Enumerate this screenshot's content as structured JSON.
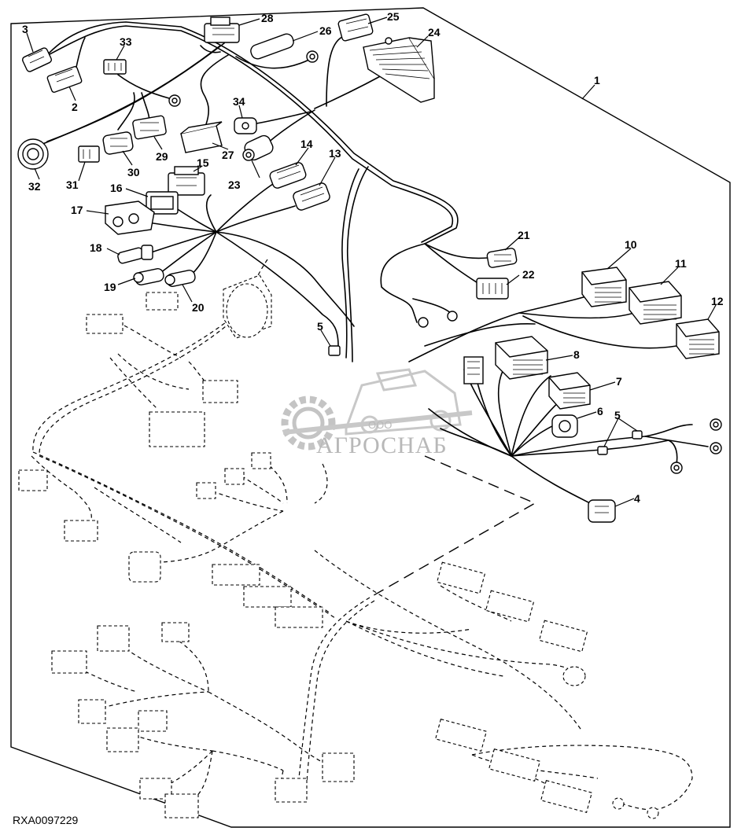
{
  "figure": {
    "reference_code": "RXA0097229",
    "callouts": [
      "1",
      "2",
      "3",
      "4",
      "5",
      "5",
      "6",
      "7",
      "8",
      "10",
      "11",
      "12",
      "13",
      "14",
      "15",
      "16",
      "17",
      "18",
      "19",
      "20",
      "21",
      "22",
      "23",
      "24",
      "25",
      "26",
      "27",
      "28",
      "29",
      "30",
      "31",
      "32",
      "33",
      "34"
    ]
  },
  "watermark": {
    "company": "АГРОСНАБ",
    "prefix": "ООО"
  }
}
